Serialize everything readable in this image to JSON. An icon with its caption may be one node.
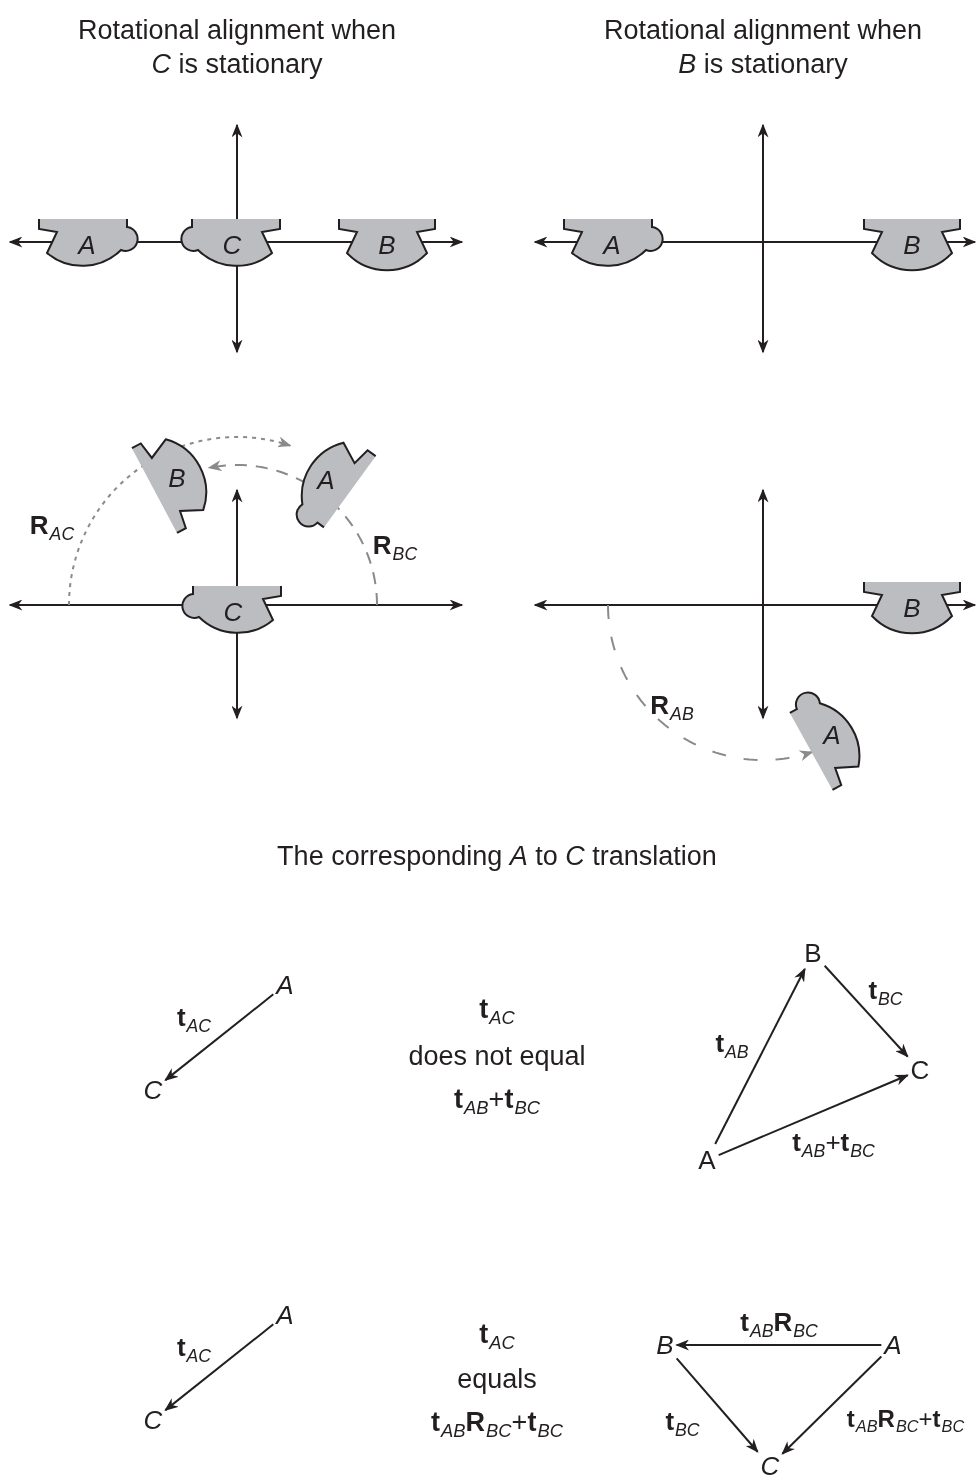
{
  "diagram": {
    "nodes": [
      {
        "text": [
          "A"
        ]
      },
      {
        "text": [
          "C"
        ]
      },
      {
        "text": [
          "B"
        ]
      },
      {
        "text": [
          "A"
        ]
      },
      {
        "text": [
          "B"
        ]
      },
      {
        "text": [
          "B"
        ]
      },
      {
        "text": [
          "A"
        ]
      },
      {
        "text": [
          "C"
        ]
      },
      {
        "text": [
          "B"
        ]
      },
      {
        "text": [
          "A"
        ]
      },
      {
        "text": [
          "A"
        ]
      },
      {
        "text": [
          "C"
        ]
      },
      {
        "text": [
          "B"
        ]
      },
      {
        "text": [
          "C"
        ]
      },
      {
        "text": [
          "A"
        ]
      },
      {
        "text": [
          "A"
        ]
      },
      {
        "text": [
          "C"
        ]
      },
      {
        "text": [
          "B"
        ]
      },
      {
        "text": [
          "A"
        ]
      },
      {
        "text": [
          "C"
        ]
      }
    ],
    "edges": [
      {
        "from": null,
        "to": 6,
        "arrow": "to",
        "label": "**R**$_{AC}$",
        "style": "dashed",
        "color": "#8a8a8a"
      },
      {
        "from": null,
        "to": 5,
        "arrow": "to",
        "label": "**R**$_{BC}$",
        "style": "dashed",
        "color": "#8a8a8a"
      },
      {
        "from": null,
        "to": 9,
        "arrow": "to",
        "label": "**R**$_{AB}$",
        "style": "dashed",
        "color": "#8a8a8a"
      },
      {
        "from": 10,
        "to": 11,
        "arrow": "to",
        "label": "**t**$_{AC}$"
      },
      {
        "from": 14,
        "to": 12,
        "arrow": "to",
        "label": "**t**$_{AB}$"
      },
      {
        "from": 12,
        "to": 13,
        "arrow": "to",
        "label": "**t**$_{BC}$"
      },
      {
        "from": 14,
        "to": 13,
        "arrow": "to",
        "label": "**t**$_{AB}$+**t**$_{BC}$"
      },
      {
        "from": 15,
        "to": 16,
        "arrow": "to",
        "label": "**t**$_{AC}$"
      },
      {
        "from": 18,
        "to": 17,
        "arrow": "to",
        "label": "**t**$_{AB}$**R**$_{BC}$"
      },
      {
        "from": 17,
        "to": 19,
        "arrow": "to",
        "label": "**t**$_{BC}$"
      },
      {
        "from": 18,
        "to": 19,
        "arrow": "to",
        "label": "**t**$_{AB}$**R**$_{BC}$+**t**$_{BC}$"
      }
    ],
    "labels": [
      "Rotational alignment when *C* is stationary",
      "Rotational alignment when *B* is stationary",
      "The corresponding *A* to *C* translation",
      "**t**$_{AC}$",
      "does not equal",
      "**t**$_{AB}$+**t**$_{BC}$",
      "**t**$_{AC}$",
      "equals",
      "**t**$_{AB}$**R**$_{BC}$+**t**$_{BC}$"
    ]
  }
}
